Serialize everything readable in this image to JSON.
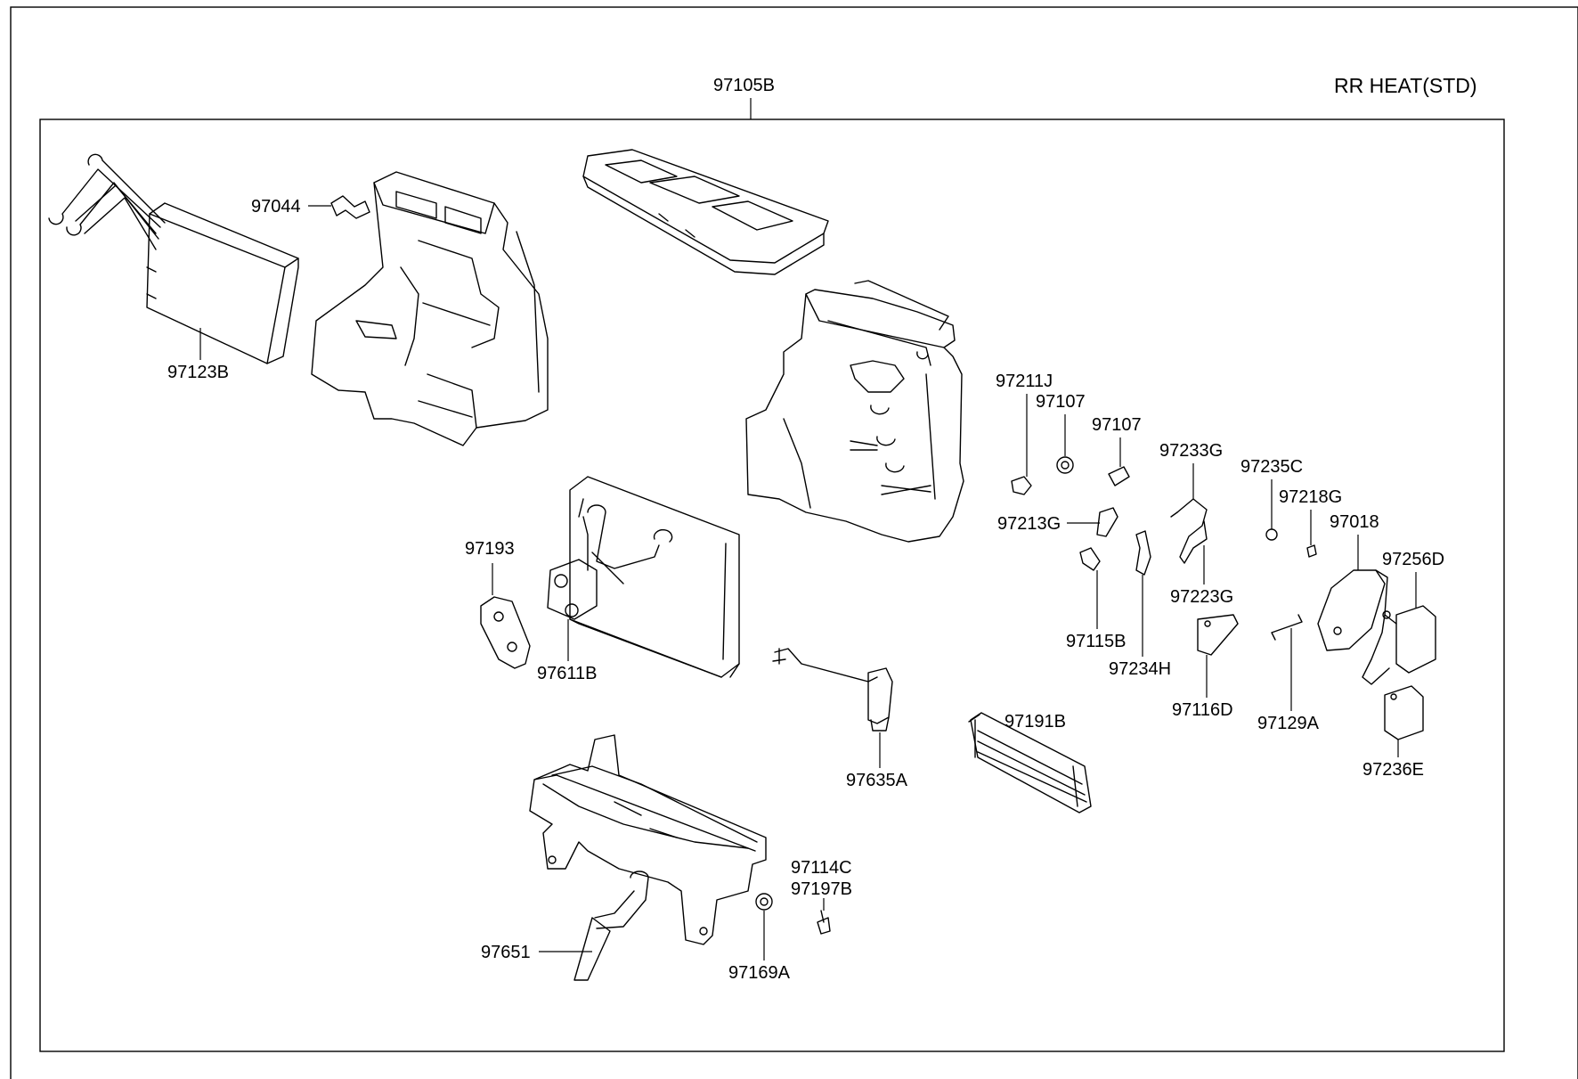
{
  "title": "RR HEAT(STD)",
  "assembly_label": "97105B",
  "labels": {
    "p97044": "97044",
    "p97123B": "97123B",
    "p97193": "97193",
    "p97611B": "97611B",
    "p97651": "97651",
    "p97169A": "97169A",
    "p97114C": "97114C",
    "p97197B": "97197B",
    "p97635A": "97635A",
    "p97191B": "97191B",
    "p97211J": "97211J",
    "p97107a": "97107",
    "p97107b": "97107",
    "p97213G": "97213G",
    "p97115B": "97115B",
    "p97234H": "97234H",
    "p97233G": "97233G",
    "p97223G": "97223G",
    "p97116D": "97116D",
    "p97235C": "97235C",
    "p97218G": "97218G",
    "p97129A": "97129A",
    "p97018": "97018",
    "p97256D": "97256D",
    "p97236E": "97236E"
  }
}
